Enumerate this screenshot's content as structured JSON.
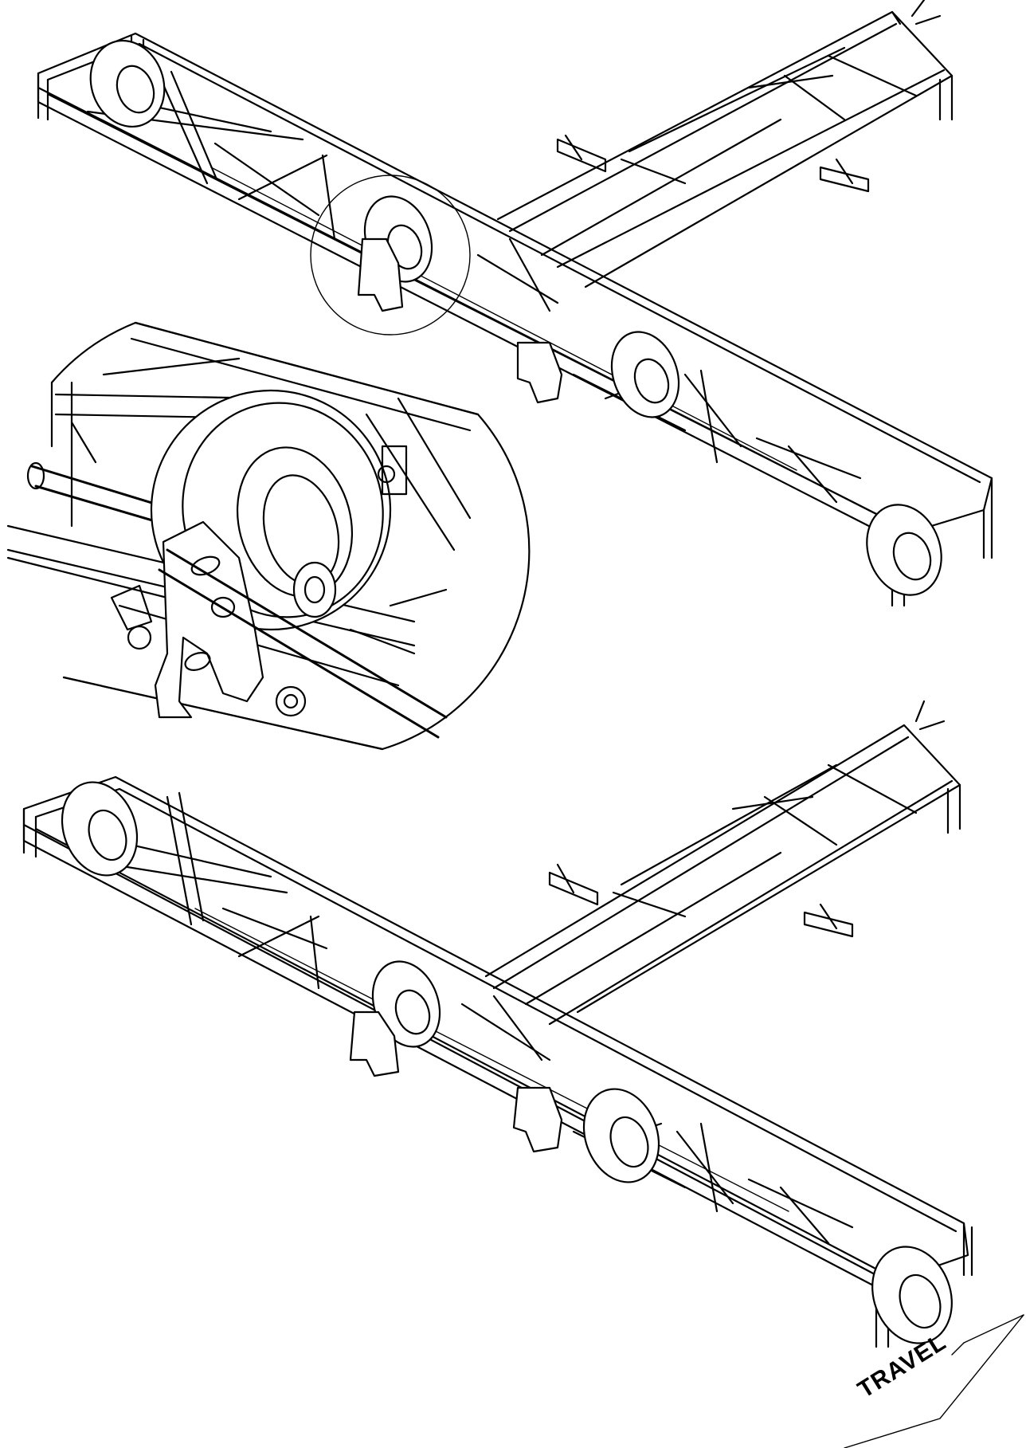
{
  "figure": {
    "travel_label": "TRAVEL",
    "views": [
      "frame-raised-view",
      "detail-wheel-pivot-view",
      "frame-lowered-view"
    ],
    "icons": {
      "travel_arrow": "travel-direction-arrow"
    },
    "colors": {
      "line": "#000000",
      "background": "#ffffff"
    }
  }
}
